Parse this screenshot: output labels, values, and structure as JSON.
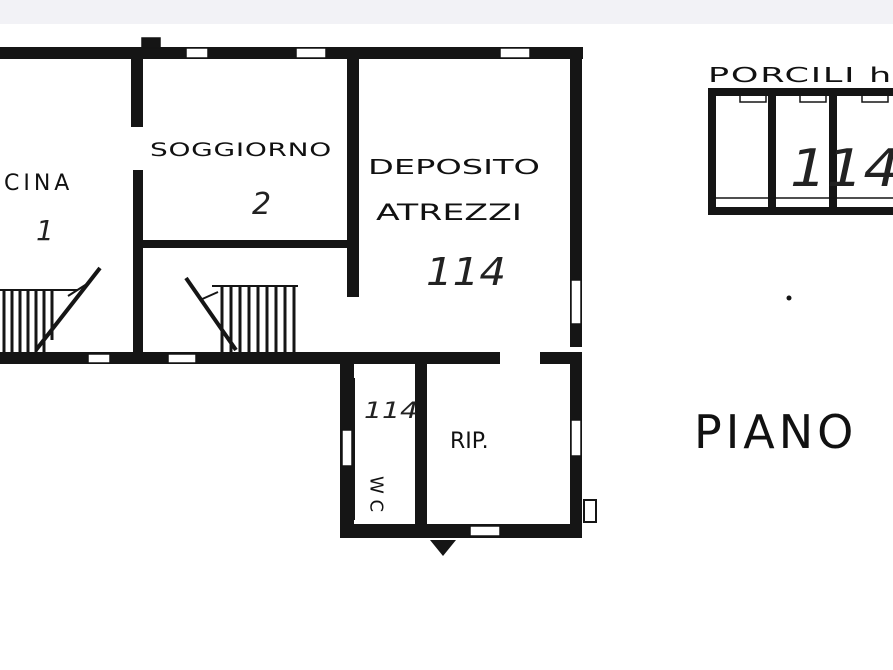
{
  "rooms": {
    "cucina": {
      "label": "CINA",
      "number": "1"
    },
    "soggiorno": {
      "label": "SOGGIORNO",
      "number": "2"
    },
    "deposito": {
      "label_line1": "DEPOSITO",
      "label_line2": "ATREZZI",
      "number": "114"
    },
    "wc": {
      "number": "114",
      "letters": "W C"
    },
    "ripostiglio": {
      "label": "RIP."
    },
    "porcili": {
      "label": "PORCILI h",
      "number": "114"
    }
  },
  "floor_label": "PIANO",
  "colors": {
    "ink": "#151515",
    "paper": "#ffffff",
    "header": "#f2f2f6"
  }
}
